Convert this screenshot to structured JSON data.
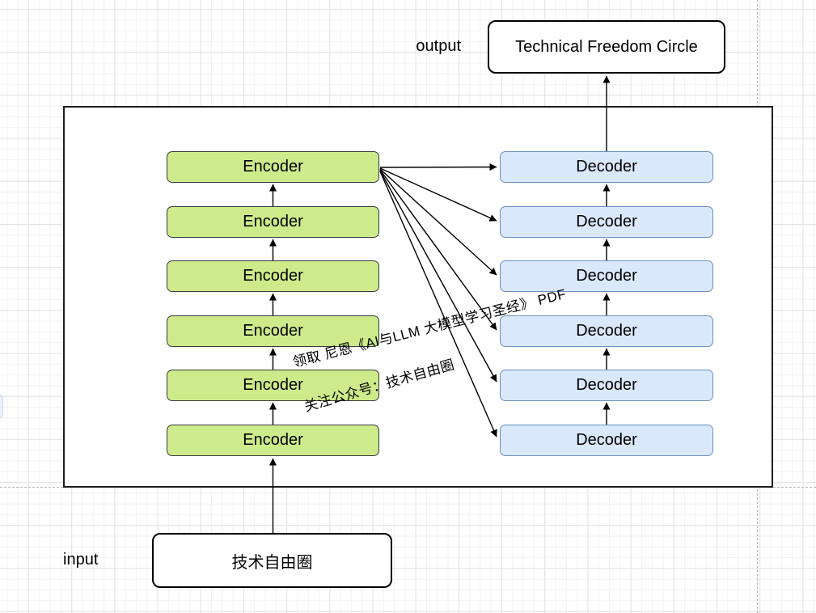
{
  "canvas": {
    "output_label": "output",
    "input_label": "input"
  },
  "nodes": {
    "output_box": "Technical Freedom Circle",
    "input_box": "技术自由圈",
    "encoders": [
      "Encoder",
      "Encoder",
      "Encoder",
      "Encoder",
      "Encoder",
      "Encoder"
    ],
    "decoders": [
      "Decoder",
      "Decoder",
      "Decoder",
      "Decoder",
      "Decoder",
      "Decoder"
    ]
  },
  "watermark": {
    "line1": "领取 尼恩《AI与LLM 大模型学习圣经》 PDF",
    "line2": "关注公众号：技术自由圈"
  },
  "colors": {
    "encoder_fill": "#cdeb8b",
    "encoder_border": "#36393d",
    "decoder_fill": "#dae8fc",
    "decoder_border": "#6c8ebf"
  }
}
